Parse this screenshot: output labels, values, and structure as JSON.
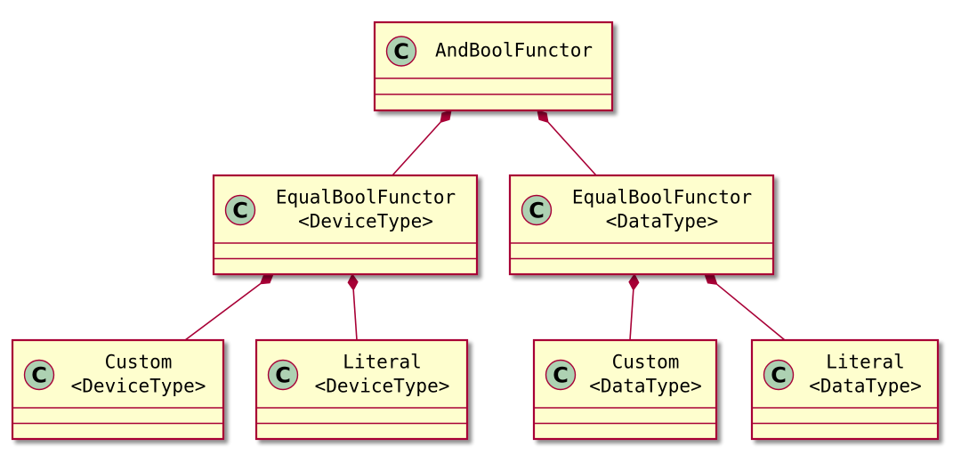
{
  "diagram": {
    "type": "uml-class-diagram",
    "colors": {
      "box_fill": "#FEFECE",
      "box_border": "#A80036",
      "badge_fill": "#ADD1B2",
      "edge": "#A80036",
      "shadow": "#C8C8C8"
    },
    "badge_letter": "C",
    "relationship": "composition",
    "classes": [
      {
        "id": "and",
        "lines": [
          "AndBoolFunctor"
        ]
      },
      {
        "id": "eq_dev",
        "lines": [
          "EqualBoolFunctor",
          "<DeviceType>"
        ]
      },
      {
        "id": "eq_data",
        "lines": [
          "EqualBoolFunctor",
          "<DataType>"
        ]
      },
      {
        "id": "custom_dev",
        "lines": [
          "Custom",
          "<DeviceType>"
        ]
      },
      {
        "id": "literal_dev",
        "lines": [
          "Literal",
          "<DeviceType>"
        ]
      },
      {
        "id": "custom_data",
        "lines": [
          "Custom",
          "<DataType>"
        ]
      },
      {
        "id": "literal_data",
        "lines": [
          "Literal",
          "<DataType>"
        ]
      }
    ],
    "edges": [
      {
        "whole": "and",
        "part": "eq_dev"
      },
      {
        "whole": "and",
        "part": "eq_data"
      },
      {
        "whole": "eq_dev",
        "part": "custom_dev"
      },
      {
        "whole": "eq_dev",
        "part": "literal_dev"
      },
      {
        "whole": "eq_data",
        "part": "custom_data"
      },
      {
        "whole": "eq_data",
        "part": "literal_data"
      }
    ]
  }
}
